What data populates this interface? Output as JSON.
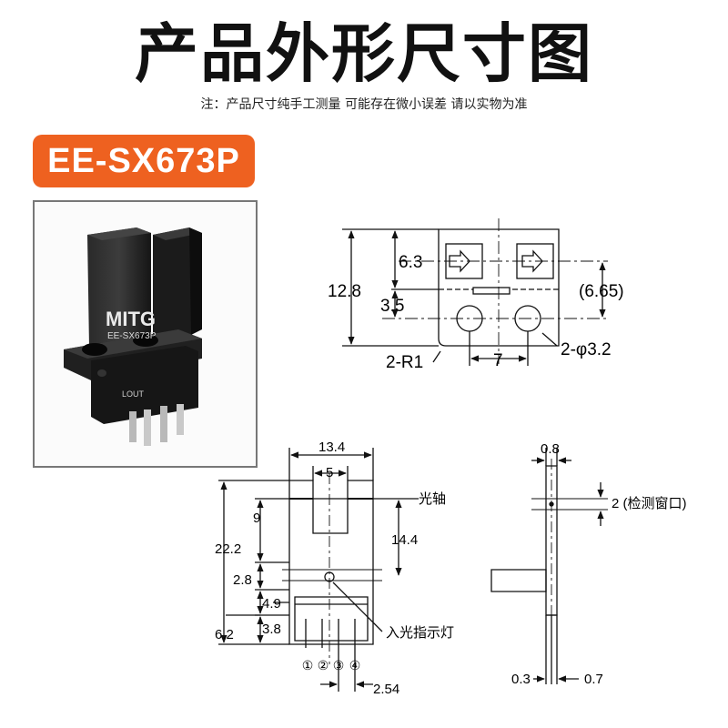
{
  "header": {
    "title": "产品外形尺寸图",
    "note": "注：产品尺寸纯手工测量 可能存在微小误差 请以实物为准"
  },
  "model": {
    "badge": "EE-SX673P",
    "badge_color": "#ee6120"
  },
  "photo": {
    "brand": "MITG",
    "model_print": "EE-SX673P",
    "terminal_marks": "LOUT"
  },
  "top_view": {
    "dim_height": "12.8",
    "dim_slot": "6.3",
    "dim_hole_offset": "3.5",
    "dim_axis": "(6.65)",
    "dim_radius": "2-R1",
    "dim_pitch": "7",
    "dim_holes": "2-φ3.2"
  },
  "front_view": {
    "dim_width": "13.4",
    "dim_gap": "5",
    "dim_slot_depth": "9",
    "dim_total": "22.2",
    "dim_axis_height": "14.4",
    "dim_led": "2.8",
    "dim_body": "4.9",
    "dim_pins": "6.2",
    "dim_pin_body": "3.8",
    "dim_pin_pitch": "2.54",
    "label_axis": "光轴",
    "label_led": "入光指示灯",
    "pin_labels": [
      "①",
      "②",
      "③",
      "④"
    ]
  },
  "side_view": {
    "dim_top": "0.8",
    "dim_window": "2 (检测窗口)",
    "dim_left": "0.3",
    "dim_right": "0.7"
  }
}
